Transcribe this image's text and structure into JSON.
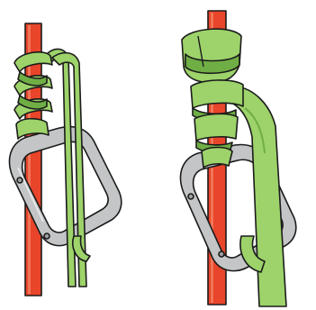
{
  "colors": {
    "rope": "#e8452a",
    "rope_highlight": "#f58a6c",
    "sling": "#9dd36a",
    "sling_shade": "#6fae45",
    "carabiner": "#c3c5c6",
    "carabiner_inner": "#e4e6e7",
    "outline": "#1b1b1b",
    "background": "#ffffff"
  },
  "figures": [
    {
      "name": "cord-prusik-wrap",
      "icon": "rope-with-cord-and-carabiner"
    },
    {
      "name": "sling-wrap",
      "icon": "rope-with-webbing-and-carabiner"
    }
  ]
}
